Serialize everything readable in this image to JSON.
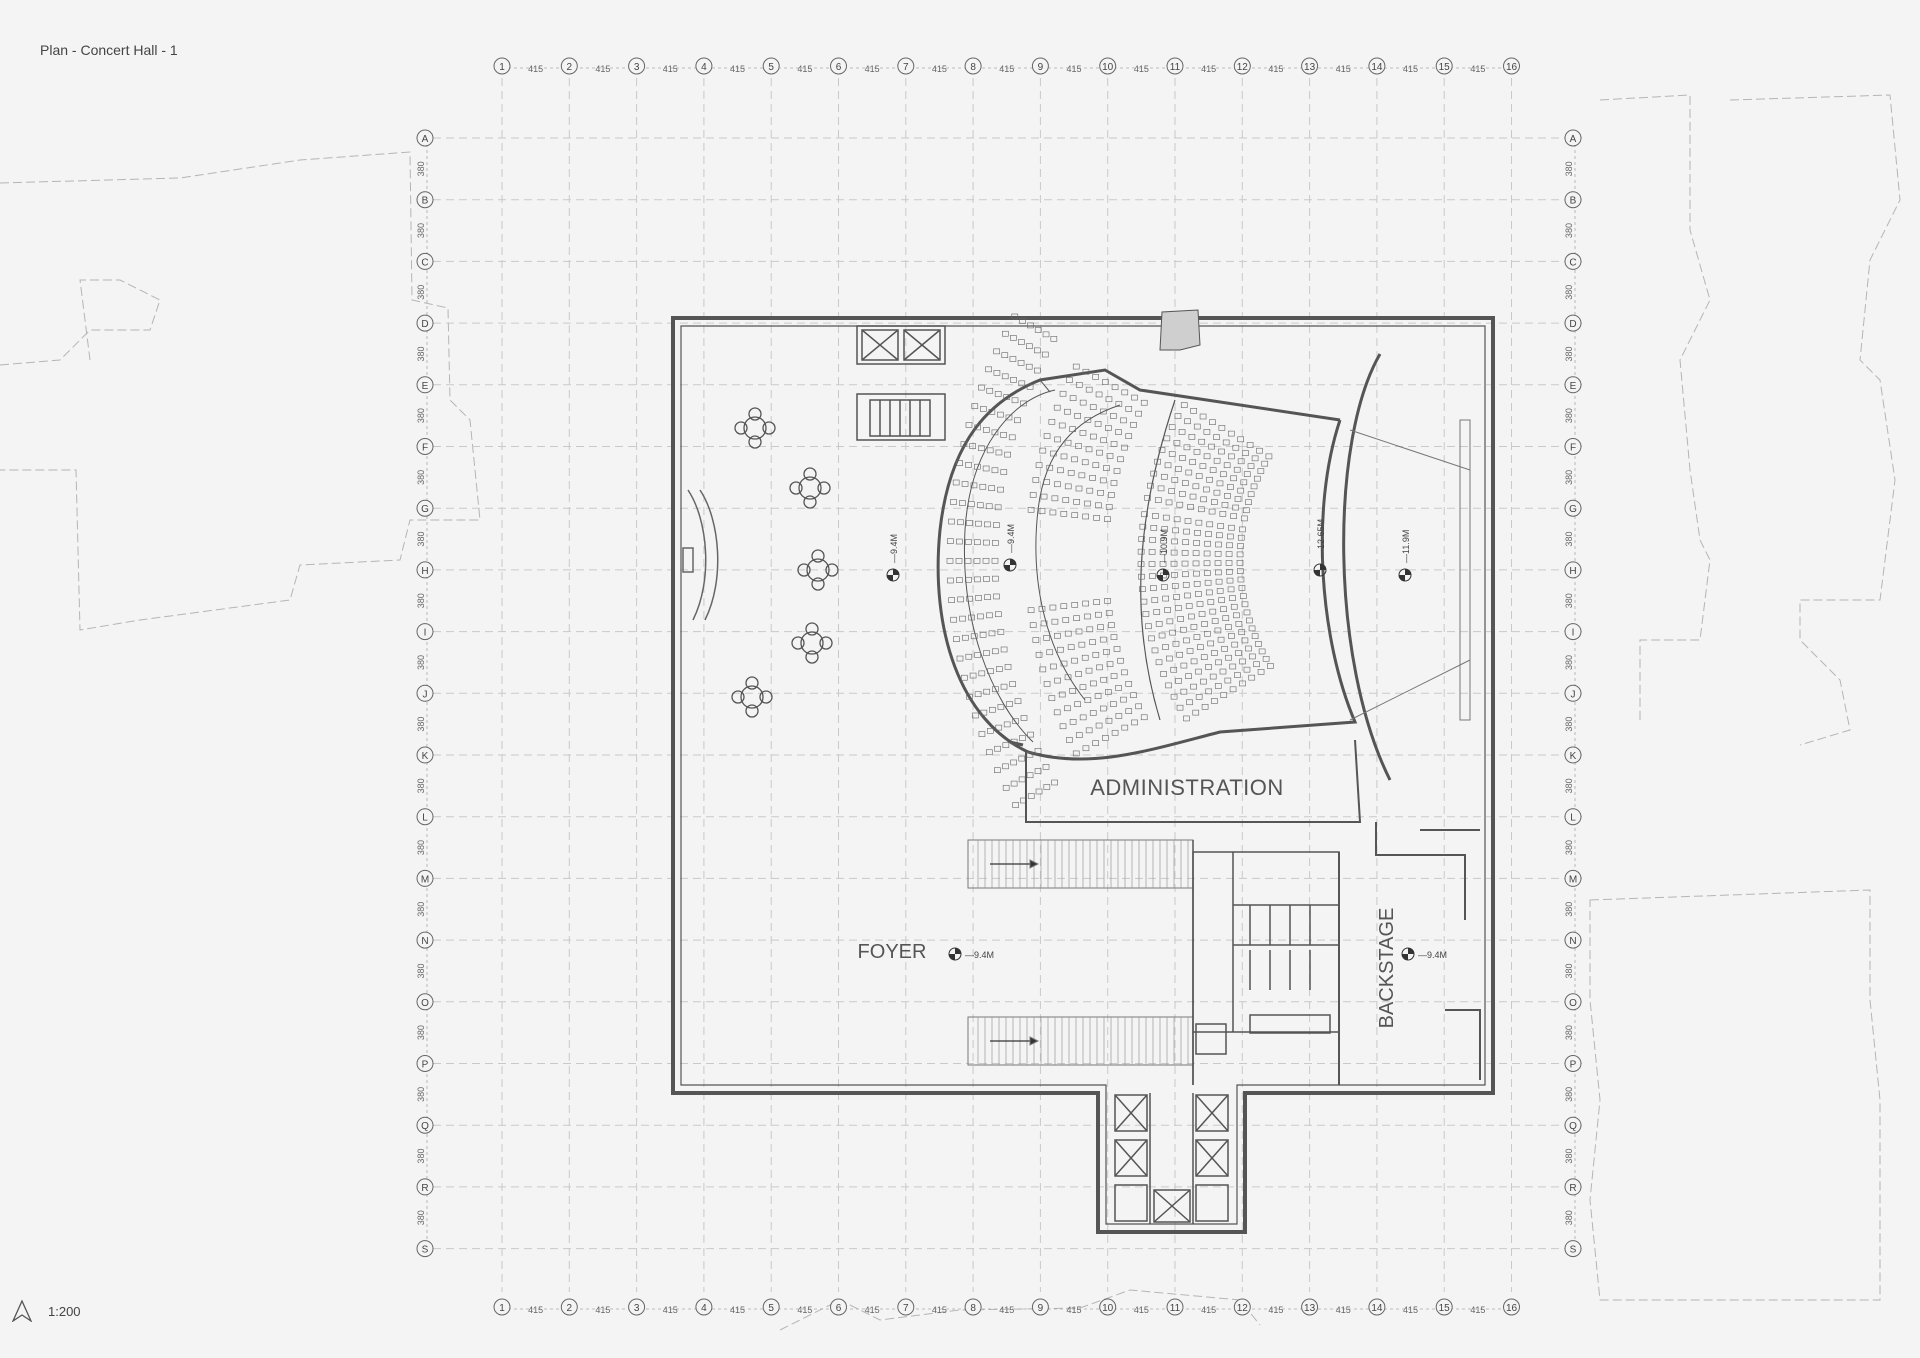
{
  "drawing": {
    "title": "Plan - Concert Hall - 1",
    "scale": "1:200"
  },
  "grid": {
    "columns": [
      "1",
      "2",
      "3",
      "4",
      "5",
      "6",
      "7",
      "8",
      "9",
      "10",
      "11",
      "12",
      "13",
      "14",
      "15",
      "16"
    ],
    "column_spacing": "415",
    "rows": [
      "A",
      "B",
      "C",
      "D",
      "E",
      "F",
      "G",
      "H",
      "I",
      "J",
      "K",
      "L",
      "M",
      "N",
      "O",
      "P",
      "Q",
      "R",
      "S"
    ],
    "row_spacing": "380"
  },
  "rooms": {
    "foyer": "FOYER",
    "administration": "ADMINISTRATION",
    "backstage": "BACKSTAGE"
  },
  "levels": [
    {
      "id": "lv-foyer-seat",
      "label": "9.4M"
    },
    {
      "id": "lv-hall-back",
      "label": "9.4M"
    },
    {
      "id": "lv-hall-mid",
      "label": "10.9M"
    },
    {
      "id": "lv-hall-front",
      "label": "12.65M"
    },
    {
      "id": "lv-stage",
      "label": "11.9M"
    },
    {
      "id": "lv-foyer",
      "label": "9.4M"
    },
    {
      "id": "lv-backstage",
      "label": "9.4M"
    }
  ]
}
